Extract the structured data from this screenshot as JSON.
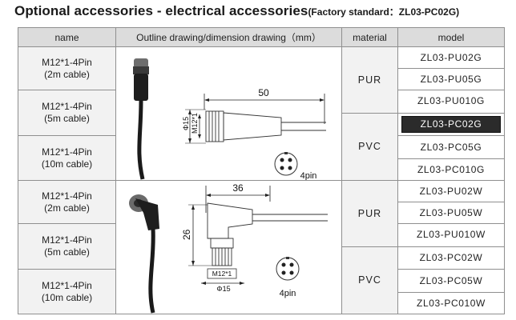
{
  "title": {
    "main": "Optional accessories - electrical accessories",
    "standard": "(Factory standard：ZL03-PC02G)"
  },
  "headers": {
    "name": "name",
    "drawing": "Outline drawing/dimension drawing（mm）",
    "material": "material",
    "model": "model"
  },
  "straight": {
    "names": [
      {
        "line1": "M12*1-4Pin",
        "line2": "(2m cable)"
      },
      {
        "line1": "M12*1-4Pin",
        "line2": "(5m cable)"
      },
      {
        "line1": "M12*1-4Pin",
        "line2": "(10m cable)"
      }
    ],
    "drawing": {
      "length": "50",
      "dia": "Φ15",
      "thread": "M12*1",
      "pins": "4pin"
    },
    "materials": [
      "PUR",
      "PVC"
    ],
    "models": [
      "ZL03-PU02G",
      "ZL03-PU05G",
      "ZL03-PU010G",
      "ZL03-PC02G",
      "ZL03-PC05G",
      "ZL03-PC010G"
    ]
  },
  "angled": {
    "names": [
      {
        "line1": "M12*1-4Pin",
        "line2": "(2m cable)"
      },
      {
        "line1": "M12*1-4Pin",
        "line2": "(5m cable)"
      },
      {
        "line1": "M12*1-4Pin",
        "line2": "(10m cable)"
      }
    ],
    "drawing": {
      "length": "36",
      "height": "26",
      "thread": "M12*1",
      "dia": "Φ15",
      "pins": "4pin"
    },
    "materials": [
      "PUR",
      "PVC"
    ],
    "models": [
      "ZL03-PU02W",
      "ZL03-PU05W",
      "ZL03-PU010W",
      "ZL03-PC02W",
      "ZL03-PC05W",
      "ZL03-PC010W"
    ]
  },
  "colors": {
    "header_bg": "#dcdcdc",
    "cell_bg": "#f2f2f2",
    "selected_bg": "#2b2b2b"
  }
}
